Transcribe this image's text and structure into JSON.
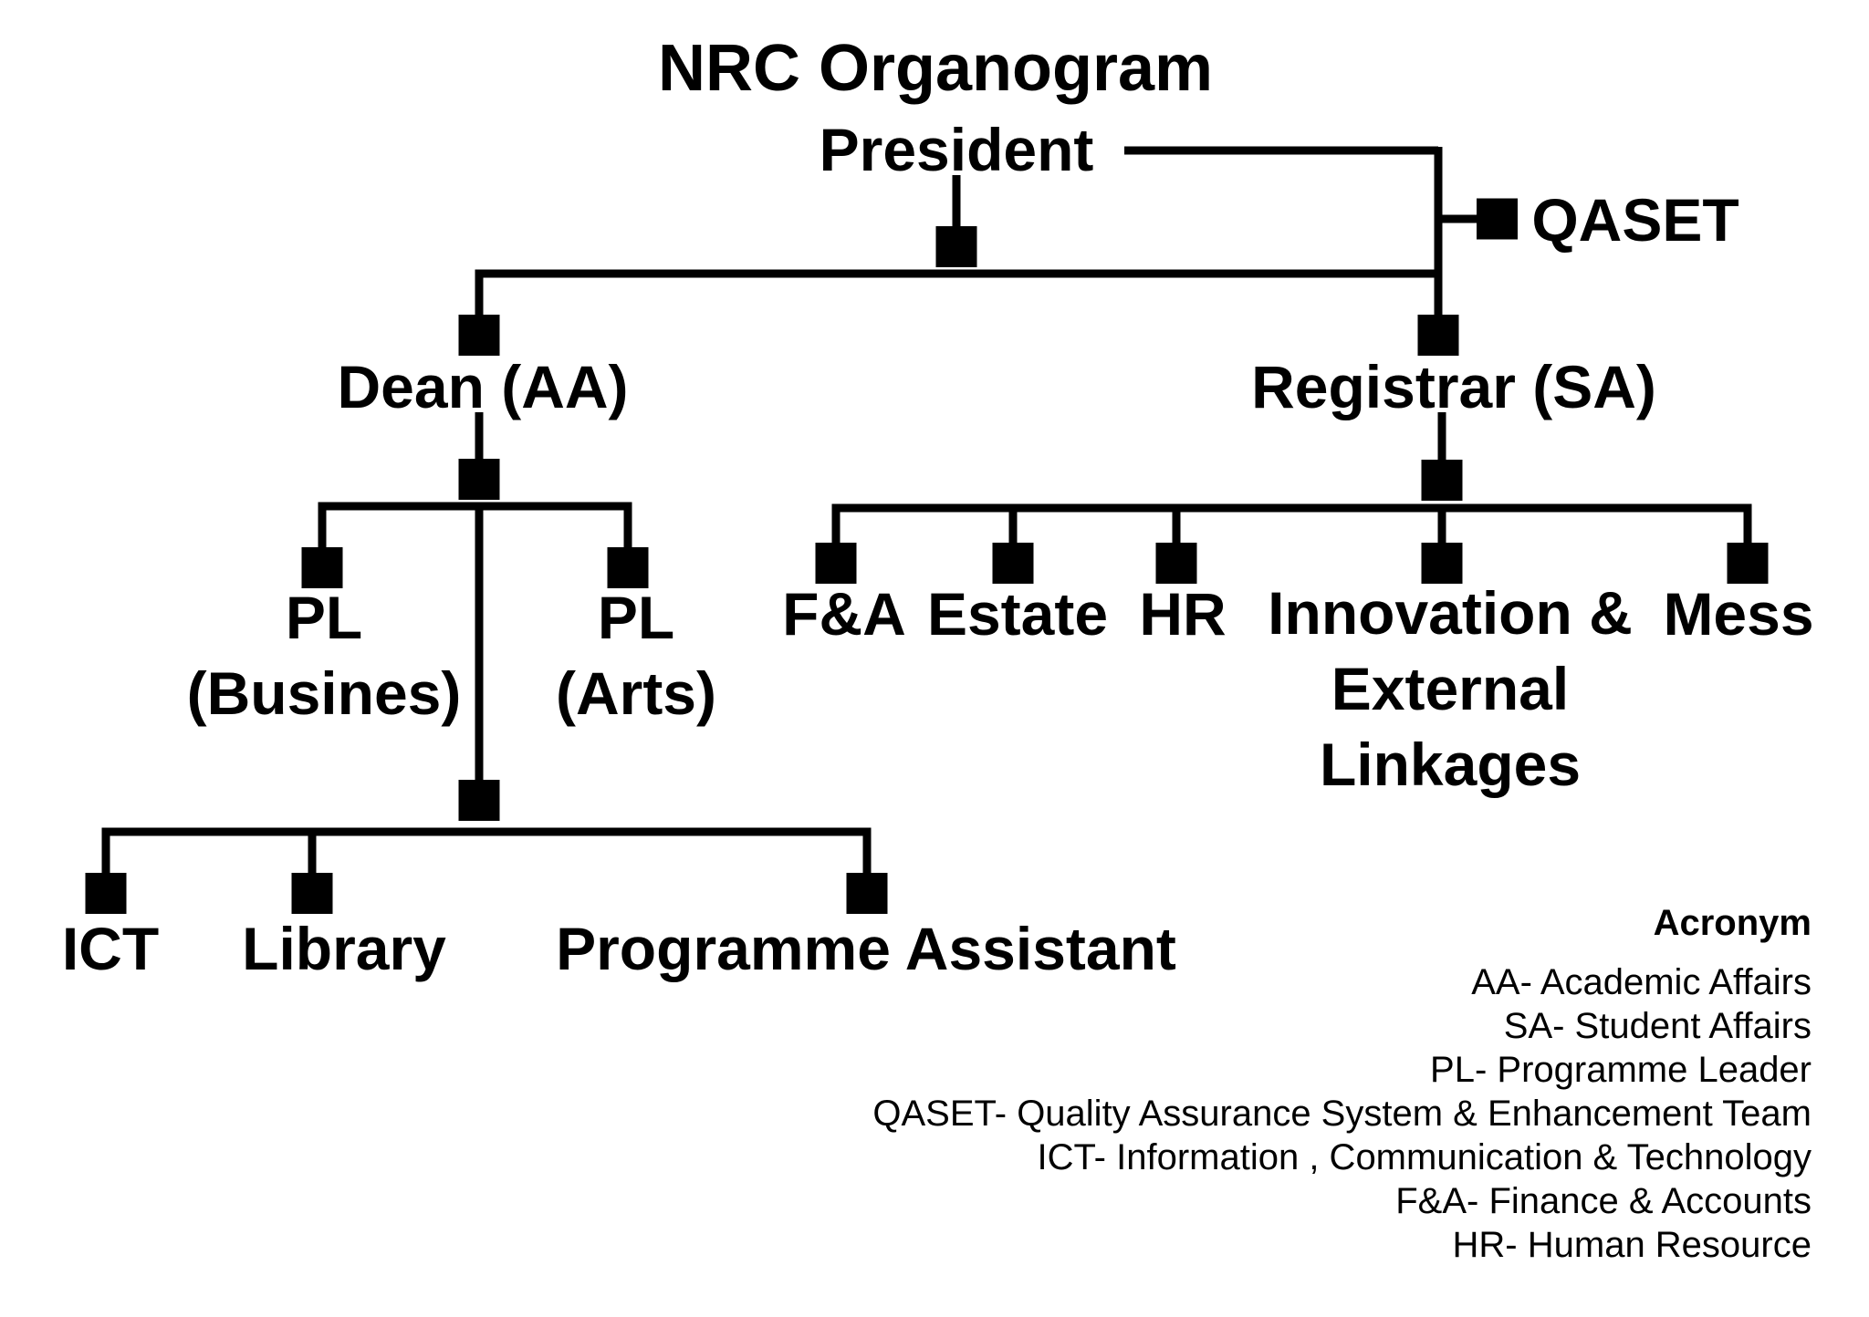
{
  "title": "NRC Organogram",
  "colors": {
    "ink": "#000000",
    "background": "#ffffff"
  },
  "nodes": {
    "president": "President",
    "qaset": "QASET",
    "dean": "Dean (AA)",
    "registrar": "Registrar (SA)",
    "pl_business": [
      "PL",
      "(Busines)"
    ],
    "pl_arts": [
      "PL",
      "(Arts)"
    ],
    "ict": "ICT",
    "library": "Library",
    "programme_assistant": "Programme Assistant",
    "finance_accounts": "F&A",
    "estate": "Estate",
    "hr": "HR",
    "innovation": [
      "Innovation &",
      "External",
      "Linkages"
    ],
    "mess": "Mess"
  },
  "legend": {
    "header": "Acronym",
    "items": [
      "AA- Academic Affairs",
      "SA- Student Affairs",
      "PL- Programme Leader",
      "QASET- Quality Assurance System & Enhancement Team",
      "ICT- Information , Communication & Technology",
      "F&A- Finance & Accounts",
      "HR- Human Resource"
    ]
  }
}
